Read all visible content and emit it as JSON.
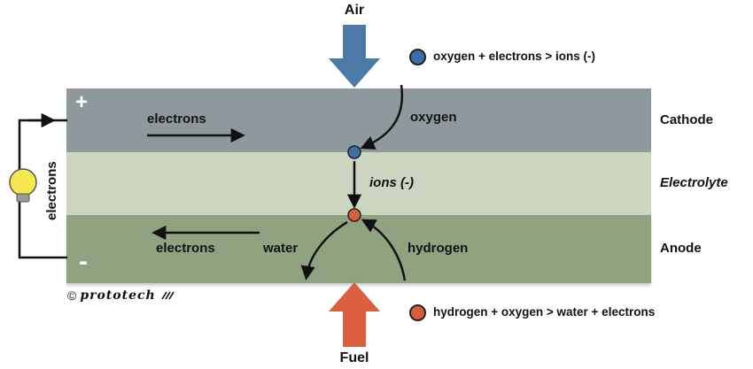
{
  "flows": {
    "air": "Air",
    "fuel": "Fuel"
  },
  "legend": {
    "cathode_reaction": "oxygen + electrons > ions (-)",
    "anode_reaction": "hydrogen + oxygen > water + electrons"
  },
  "layers": {
    "cathode": "Cathode",
    "electrolyte": "Electrolyte",
    "anode": "Anode"
  },
  "annotations": {
    "electrons_cathode": "electrons",
    "oxygen": "oxygen",
    "ions": "ions (-)",
    "electrons_anode": "electrons",
    "water": "water",
    "hydrogen": "hydrogen",
    "electrons_wire": "electrons",
    "plus_terminal": "+",
    "minus_terminal": "-"
  },
  "logo": {
    "copyright": "©",
    "name": "prototech"
  },
  "colors": {
    "cathode_band": "#8e989d",
    "electrolyte_band": "#ccd6c1",
    "anode_band": "#8fa381",
    "air_arrow": "#4a7aa5",
    "fuel_arrow": "#db5f3e",
    "oxygen_dot": "#3c6ea7",
    "hydrogen_dot": "#d85f3d",
    "bulb": "#f3e94e"
  }
}
